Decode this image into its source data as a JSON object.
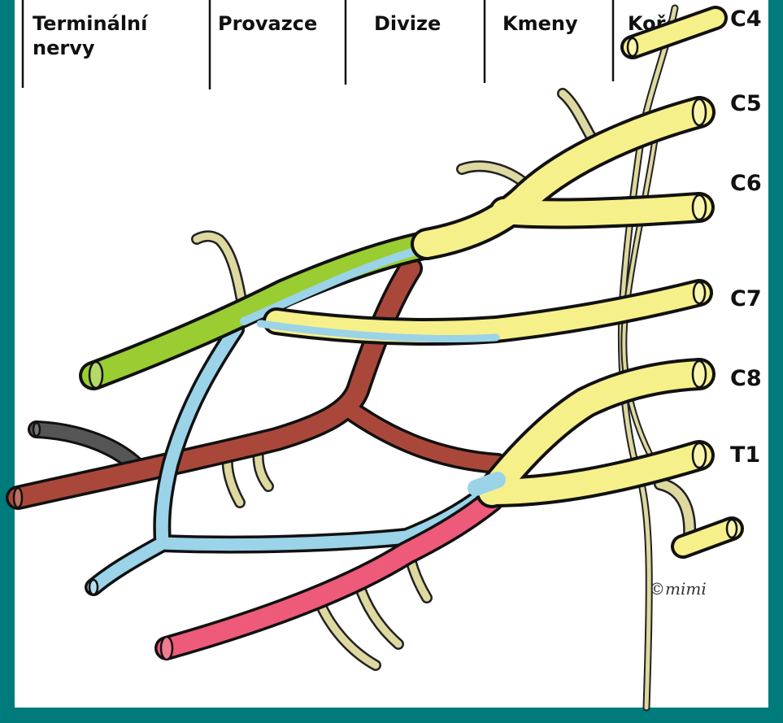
{
  "header": {
    "columns": [
      "Terminální\nnervy",
      "Provazce",
      "Divize",
      "Kmeny",
      "Kořeny"
    ]
  },
  "roots": [
    "C4",
    "C5",
    "C6",
    "C7",
    "C8",
    "T1"
  ],
  "signature": "©mimi",
  "colors": {
    "frame": "#007b7b",
    "roots_trunks": "#f6f08a",
    "lateral_cord": "#9acd32",
    "posterior_cord": "#9bd3e8",
    "medial_cord": "#ee5a7a",
    "artery": "#a9483a",
    "vein": "#555555",
    "nerve_outline": "#222222"
  }
}
